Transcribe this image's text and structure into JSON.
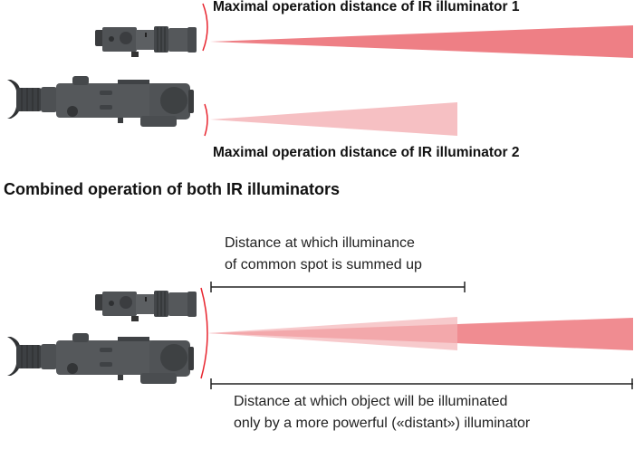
{
  "labels": {
    "illuminator1": "Maximal operation distance of IR illuminator 1",
    "illuminator2": "Maximal operation distance of IR illuminator 2",
    "combined_heading": "Combined operation of both IR illuminators",
    "summed_line1": "Distance at which illuminance",
    "summed_line2": "of common spot is summed up",
    "distant_line1": "Distance at which object will be illuminated",
    "distant_line2": "only by a more powerful («distant») illuminator"
  },
  "colors": {
    "beam_strong": "#ee7f85",
    "beam_weak": "#f6c0c3",
    "arc": "#e8252f",
    "device": "#4a4d50"
  }
}
